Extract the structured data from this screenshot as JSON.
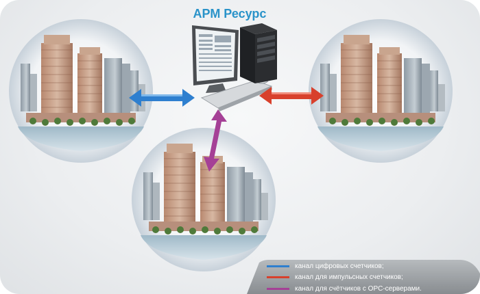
{
  "title": "АРМ Ресурс",
  "colors": {
    "title": "#2a93c9",
    "digital": "#2e7fcf",
    "pulse": "#d8402c",
    "opc": "#a54096",
    "legend_bg": "#a7abae"
  },
  "icons": [
    "building-photo",
    "computer-workstation-icon",
    "server-tower-icon",
    "keyboard-icon",
    "mouse-icon"
  ],
  "legend": [
    {
      "label": "канал цифровых счетчиков;",
      "color": "#2e7fcf"
    },
    {
      "label": "канал для импульсных  счетчиков;",
      "color": "#d8402c"
    },
    {
      "label": "канал для счётчиков с OPC-серверами.",
      "color": "#a54096"
    }
  ]
}
